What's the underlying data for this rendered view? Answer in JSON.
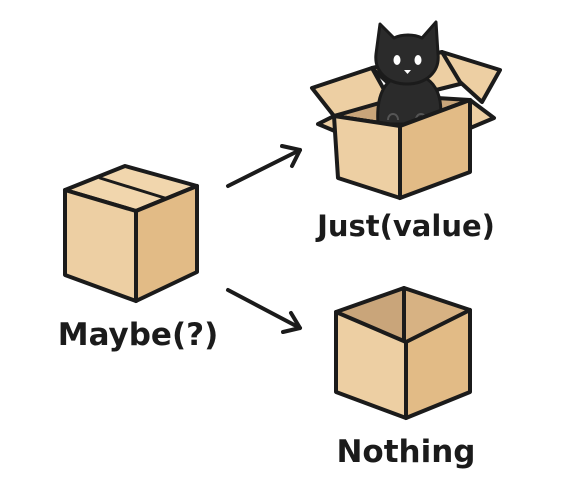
{
  "diagram": {
    "source": {
      "label": "Maybe(?)"
    },
    "targets": [
      {
        "label": "Just(value)"
      },
      {
        "label": "Nothing"
      }
    ]
  },
  "colors": {
    "box_face_light": "#edcfa3",
    "box_face_dark": "#e2bb86",
    "box_interior": "#c9a57a",
    "outline": "#1b1b1b",
    "cat": "#2b2b2b",
    "cat_eyes": "#ffffff"
  }
}
